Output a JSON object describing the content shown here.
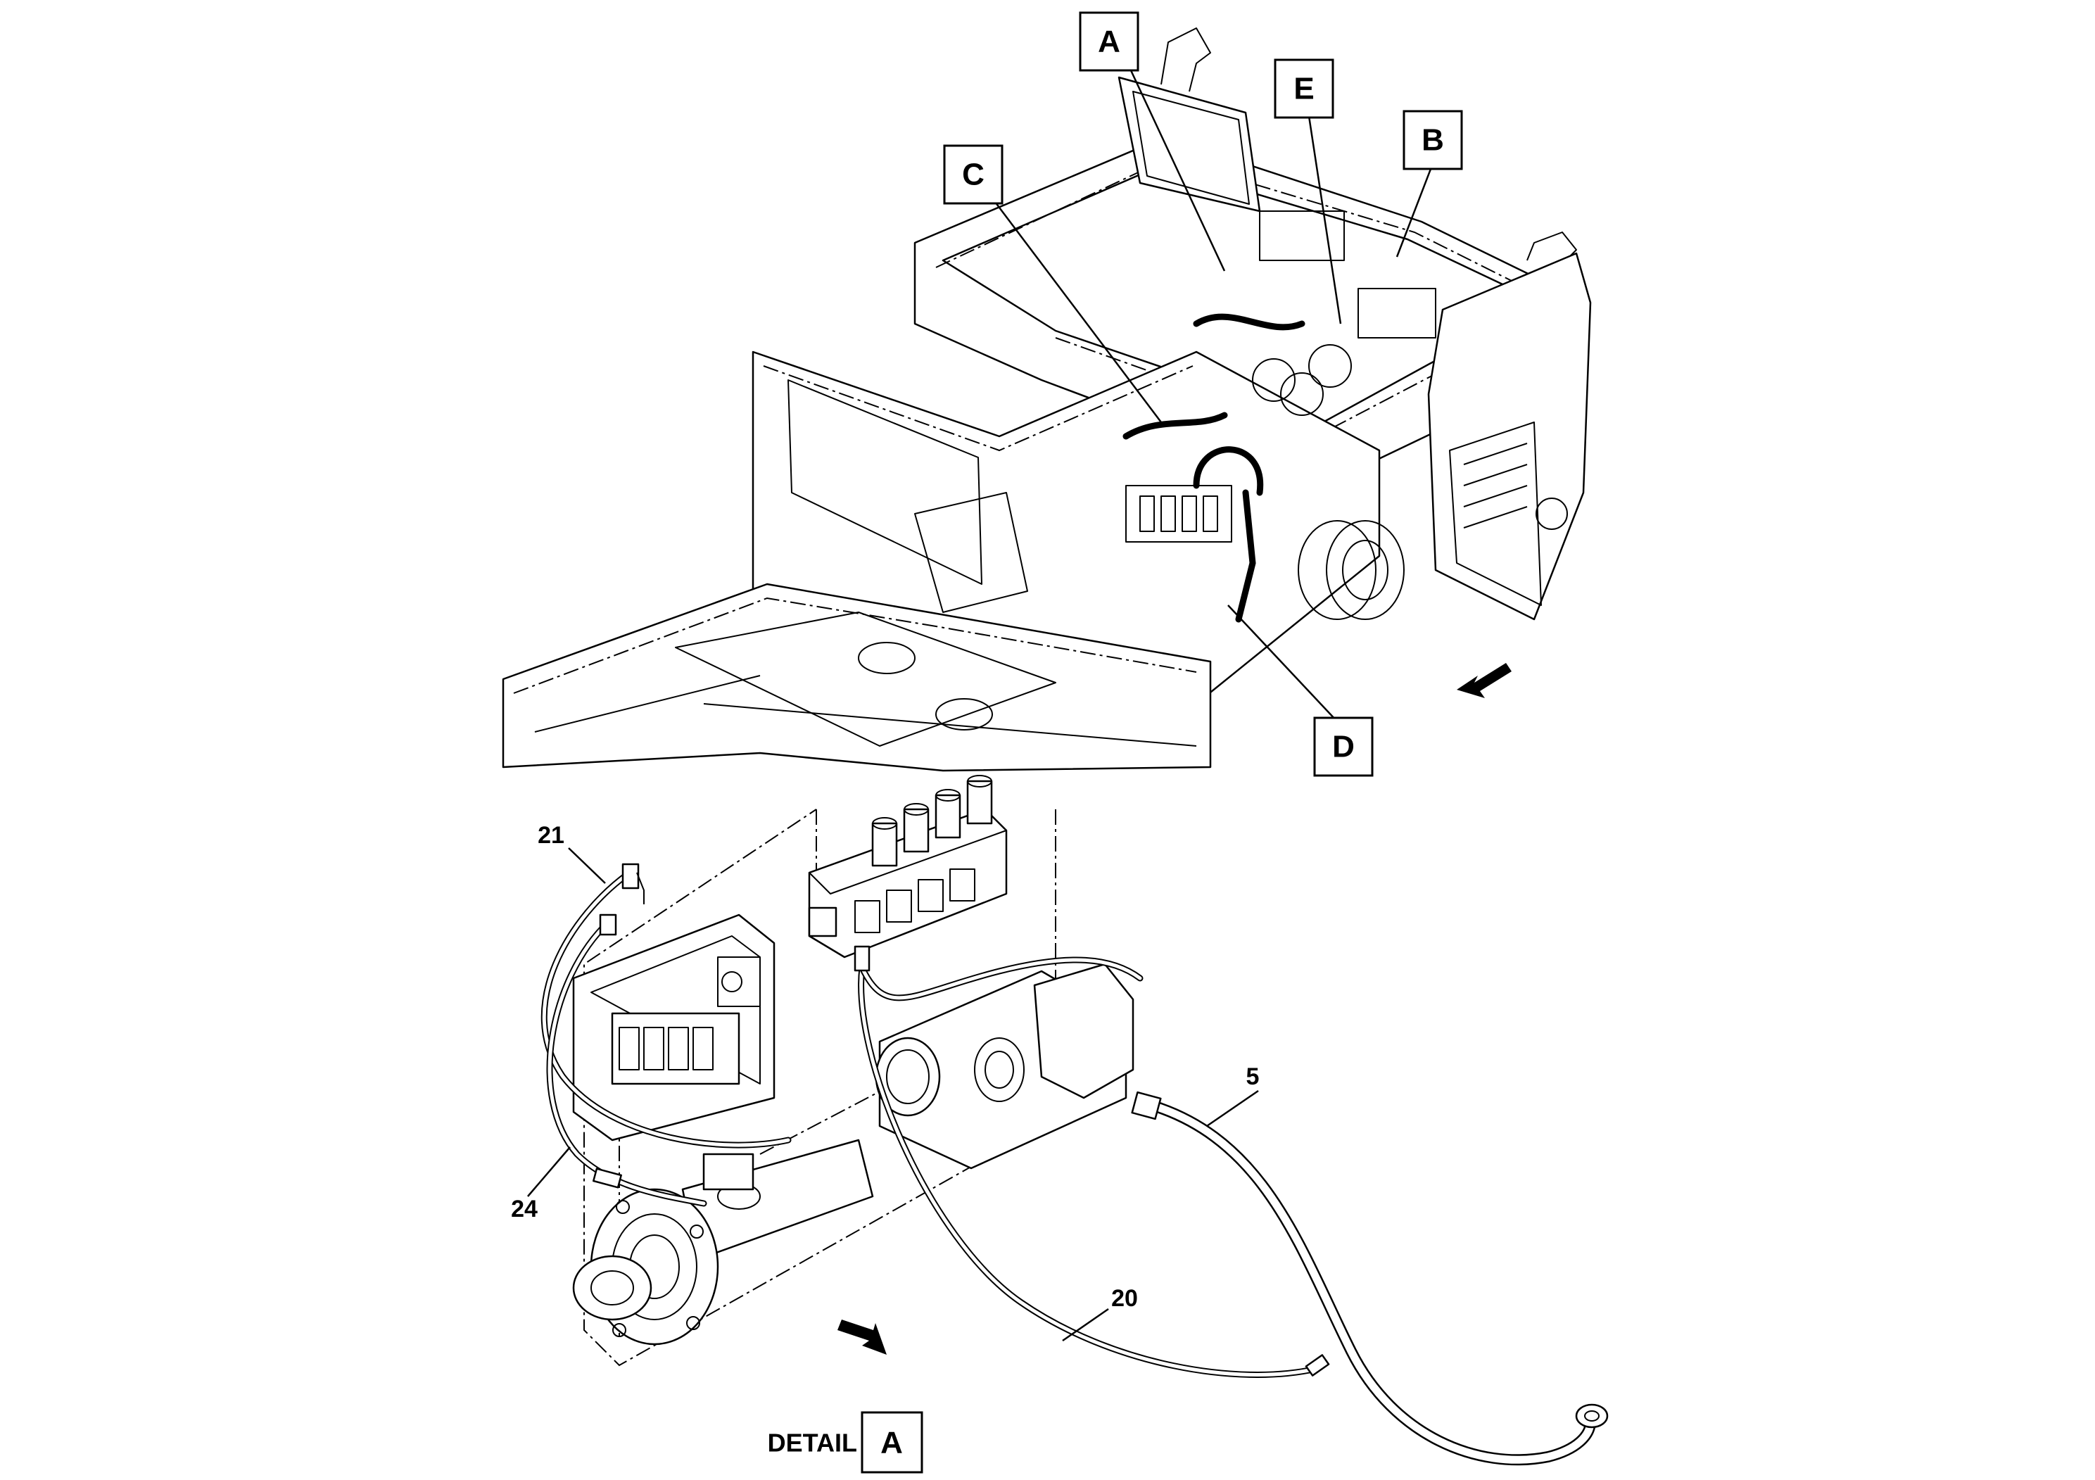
{
  "overview_callouts": [
    {
      "id": "A",
      "label": "A"
    },
    {
      "id": "B",
      "label": "B"
    },
    {
      "id": "C",
      "label": "C"
    },
    {
      "id": "D",
      "label": "D"
    },
    {
      "id": "E",
      "label": "E"
    }
  ],
  "detail_parts": [
    {
      "id": "21",
      "label": "21"
    },
    {
      "id": "24",
      "label": "24"
    },
    {
      "id": "5",
      "label": "5"
    },
    {
      "id": "20",
      "label": "20"
    }
  ],
  "detail_caption": {
    "text": "DETAIL",
    "ref": "A"
  },
  "icons": [
    "direction-arrow-icon"
  ]
}
